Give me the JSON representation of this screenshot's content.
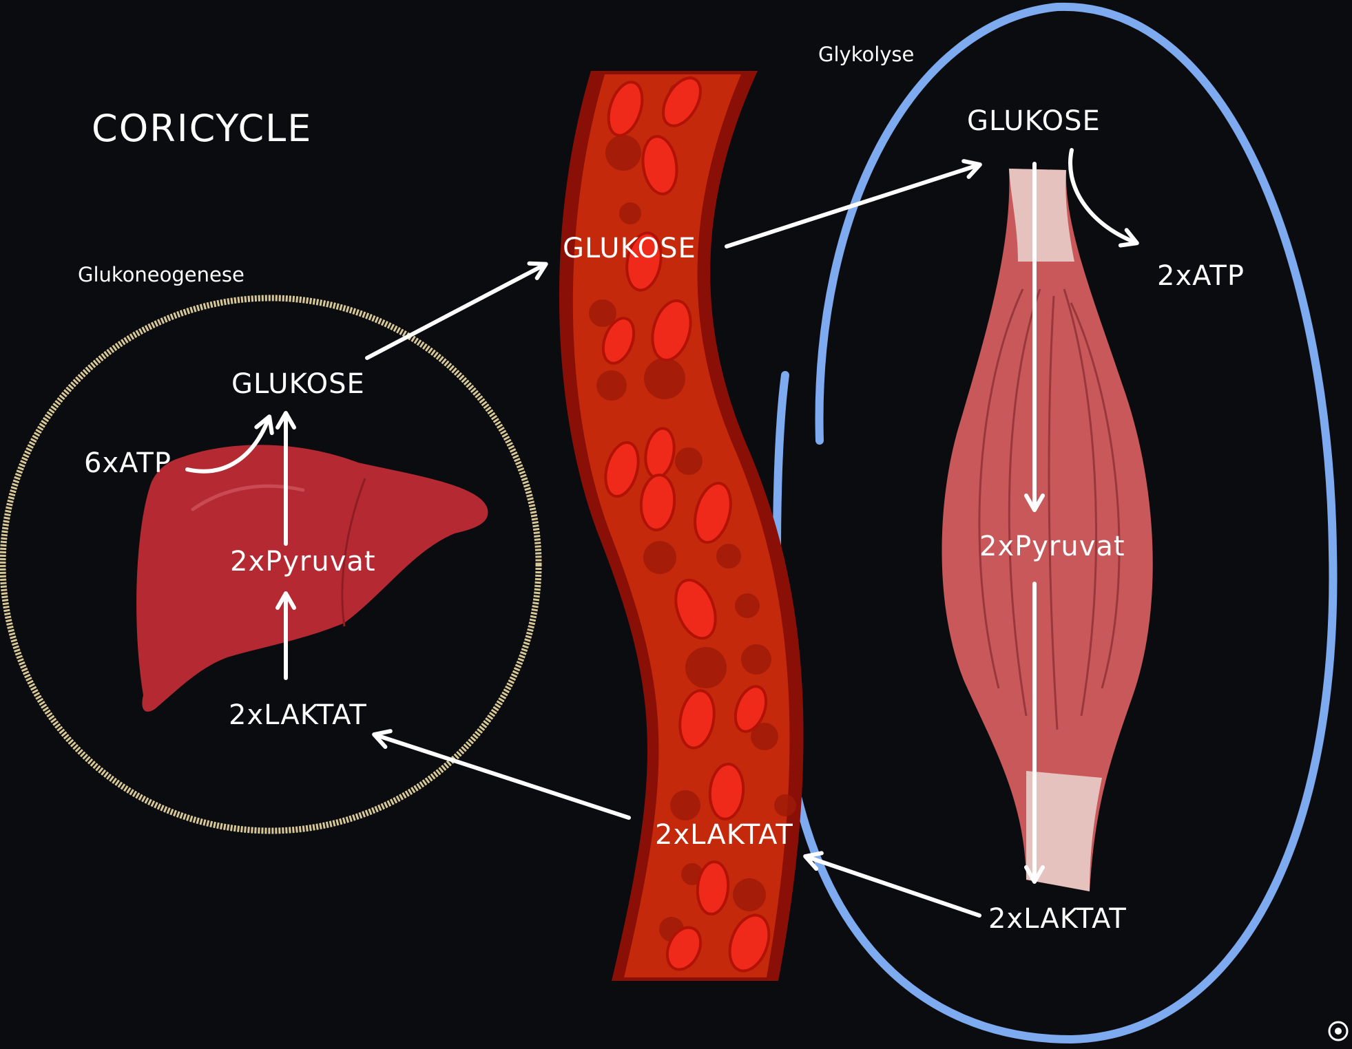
{
  "title": "CORICYCLE",
  "colors": {
    "background": "#0a0c10",
    "liver_ring": "#d8c896",
    "muscle_ring": "#7eaaf0",
    "vessel_outer": "#8a0f06",
    "vessel_inner": "#c4290b",
    "blood_cell": "#f02a1a",
    "liver": "#b52a32",
    "muscle": "#c8585a",
    "arrow": "#ffffff"
  },
  "liver_section": {
    "process": "Glukoneogenese",
    "glucose": "GLUKOSE",
    "atp": "6xATP",
    "pyruvate": "2xPyruvat",
    "lactate": "2xLAKTAT"
  },
  "blood_section": {
    "glucose": "GLUKOSE",
    "lactate": "2xLAKTAT"
  },
  "muscle_section": {
    "process": "Glykolyse",
    "glucose": "GLUKOSE",
    "atp": "2xATP",
    "pyruvate": "2xPyruvat",
    "lactate": "2xLAKTAT"
  },
  "logo": {
    "icon": "circle-logo-icon"
  }
}
